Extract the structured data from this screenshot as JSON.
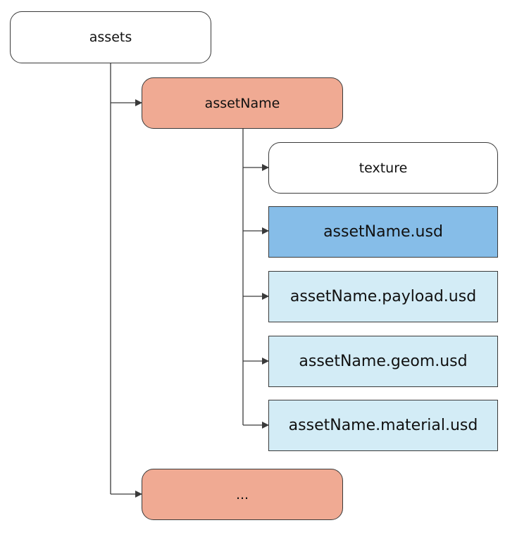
{
  "tree": {
    "root": {
      "label": "assets",
      "color": "#ffffff"
    },
    "asset_folder": {
      "label": "assetName",
      "color": "#f0aa93"
    },
    "children": [
      {
        "label": "texture",
        "kind": "folder",
        "color": "#ffffff"
      },
      {
        "label": "assetName.usd",
        "kind": "file",
        "color": "#86bde8"
      },
      {
        "label": "assetName.payload.usd",
        "kind": "file",
        "color": "#d3ecf6"
      },
      {
        "label": "assetName.geom.usd",
        "kind": "file",
        "color": "#d3ecf6"
      },
      {
        "label": "assetName.material.usd",
        "kind": "file",
        "color": "#d3ecf6"
      }
    ],
    "more": {
      "label": "...",
      "color": "#f0aa93"
    }
  },
  "colors": {
    "connector": "#3a3a3a",
    "border": "#3a3a3a"
  }
}
